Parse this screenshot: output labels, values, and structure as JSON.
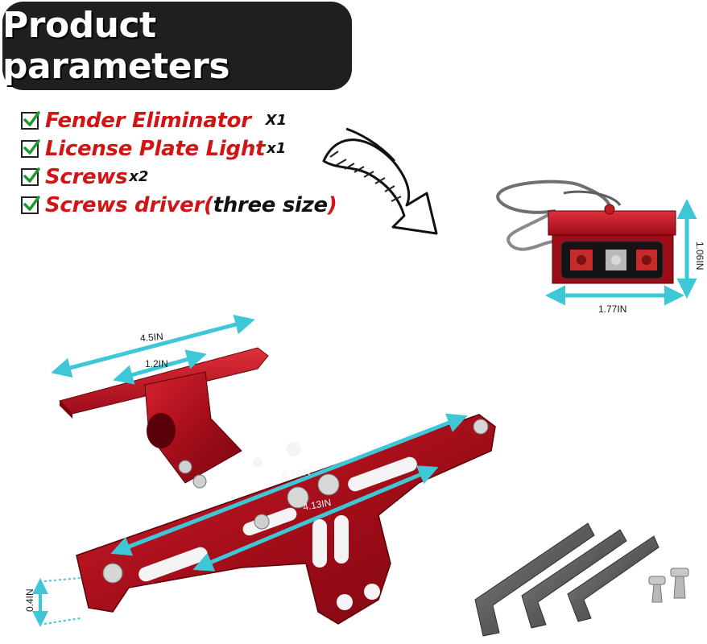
{
  "header": {
    "title": "Product parameters"
  },
  "checklist": {
    "items": [
      {
        "name": "Fender Eliminator",
        "qty": "X1"
      },
      {
        "name": "License Plate Light",
        "qty": "x1"
      },
      {
        "name": "Screws",
        "qty": "x2"
      },
      {
        "name": "Screws driver(",
        "note": "three size",
        "close": ")"
      }
    ]
  },
  "light_dimensions": {
    "height": "1.06IN",
    "width": "1.77IN"
  },
  "bracket_dimensions": {
    "plate_length": "4.5IN",
    "plate_width": "1.2IN",
    "arm_length": "6.34IN",
    "inner_length": "4.13IN",
    "thickness": "0.4IN"
  },
  "colors": {
    "banner_bg": "#1f1f1f",
    "accent_red": "#d21414",
    "bracket_red": "#b3121d",
    "dimension_cyan": "#3ec7d6"
  },
  "icons": [
    "checkmark-icon",
    "curved-arrow-icon",
    "allen-wrench-icon",
    "screw-icon"
  ]
}
